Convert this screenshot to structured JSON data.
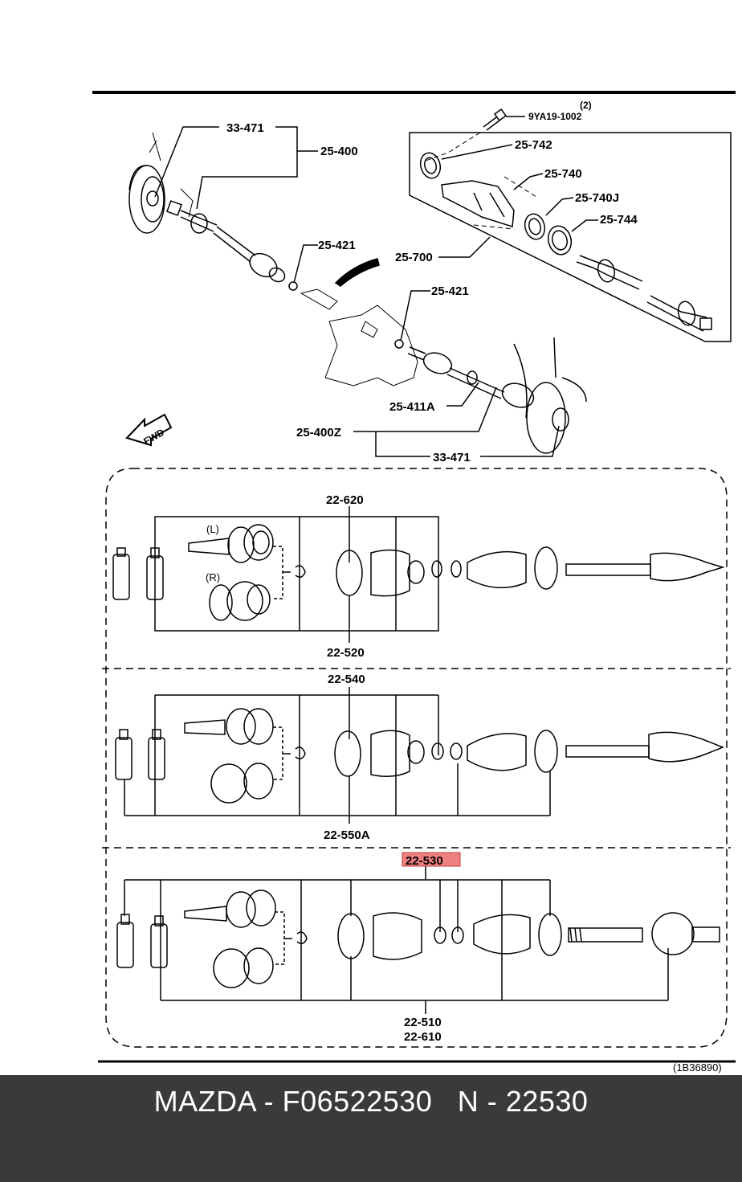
{
  "labels": {
    "p33_471_top": "33-471",
    "p25_400": "25-400",
    "p9ya19_qty": "(2)",
    "p9ya19": "9YA19-1002",
    "p25_742": "25-742",
    "p25_740": "25-740",
    "p25_740j": "25-740J",
    "p25_744": "25-744",
    "p25_700": "25-700",
    "p25_421_a": "25-421",
    "p25_421_b": "25-421",
    "p25_411a": "25-411A",
    "p25_400z": "25-400Z",
    "p33_471_bottom": "33-471",
    "fwd": "FWD",
    "p22_620": "22-620",
    "p22_520": "22-520",
    "left_mark": "(L)",
    "right_mark": "(R)",
    "p22_540": "22-540",
    "p22_550a": "22-550A",
    "p22_530": "22-530",
    "p22_510": "22-510",
    "p22_610": "22-610",
    "ref_code": "(1B36890)"
  },
  "highlight": {
    "color": "#f08080"
  },
  "footer": {
    "text": "MAZDA - F06522530   N - 22530"
  }
}
